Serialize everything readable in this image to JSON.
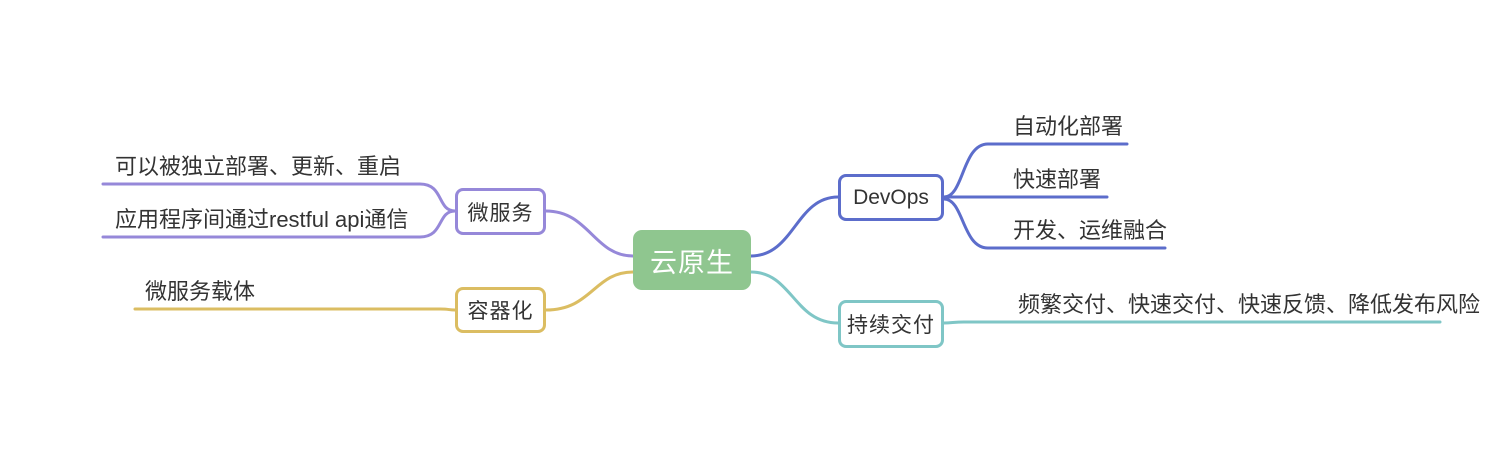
{
  "diagram": {
    "root": {
      "label": "云原生",
      "fill": "#8FC68F",
      "text_color": "#ffffff"
    },
    "branches": [
      {
        "label": "微服务",
        "color": "#9688D9",
        "side": "left",
        "children": [
          {
            "label": "可以被独立部署、更新、重启"
          },
          {
            "label": "应用程序间通过restful api通信"
          }
        ]
      },
      {
        "label": "容器化",
        "color": "#DBBD62",
        "side": "left",
        "children": [
          {
            "label": "微服务载体"
          }
        ]
      },
      {
        "label": "DevOps",
        "color": "#5C6DCB",
        "side": "right",
        "children": [
          {
            "label": "自动化部署"
          },
          {
            "label": "快速部署"
          },
          {
            "label": "开发、运维融合"
          }
        ]
      },
      {
        "label": "持续交付",
        "color": "#7FC6C6",
        "side": "right",
        "children": [
          {
            "label": "频繁交付、快速交付、快速反馈、降低发布风险"
          }
        ]
      }
    ],
    "text_color": "#333333"
  }
}
